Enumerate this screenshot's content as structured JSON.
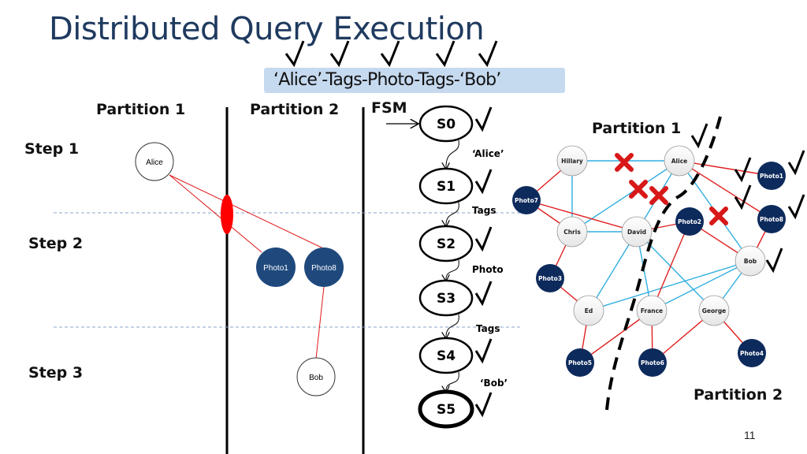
{
  "slide": {
    "title": "Distributed Query Execution",
    "query": "‘Alice’-Tags-Photo-Tags-‘Bob’",
    "query_check_count": 5,
    "page_number": "11"
  },
  "left_diagram": {
    "partition_labels": [
      "Partition 1",
      "Partition 2"
    ],
    "fsm_label": "FSM",
    "steps": [
      "Step 1",
      "Step 2",
      "Step 3"
    ],
    "nodes": {
      "alice": "Alice",
      "photo1": "Photo1",
      "photo8": "Photo8",
      "bob": "Bob"
    },
    "cross_partition_marker": "red-ellipse"
  },
  "fsm": {
    "states": [
      "S0",
      "S1",
      "S2",
      "S3",
      "S4",
      "S5"
    ],
    "transitions": [
      "‘Alice’",
      "Tags",
      "Photo",
      "Tags",
      "‘Bob’"
    ],
    "all_checked": true,
    "final_state": "S5"
  },
  "graph": {
    "partition_labels": [
      "Partition 1",
      "Partition 2"
    ],
    "person_nodes": [
      "Hillary",
      "Alice",
      "Chris",
      "David",
      "Bob",
      "Ed",
      "France",
      "George"
    ],
    "photo_nodes": [
      "Photo1",
      "Photo2",
      "Photo3",
      "Photo4",
      "Photo5",
      "Photo6",
      "Photo7",
      "Photo8"
    ],
    "checked_nodes": [
      "Alice",
      "Photo1",
      "Photo8",
      "Bob"
    ],
    "colors": {
      "person_fill": "#f2f2f2",
      "photo_fill": "#0d2a5c",
      "tag_edge": "#e02020",
      "friend_edge": "#30aee0",
      "cross_mark": "#d81818"
    }
  }
}
